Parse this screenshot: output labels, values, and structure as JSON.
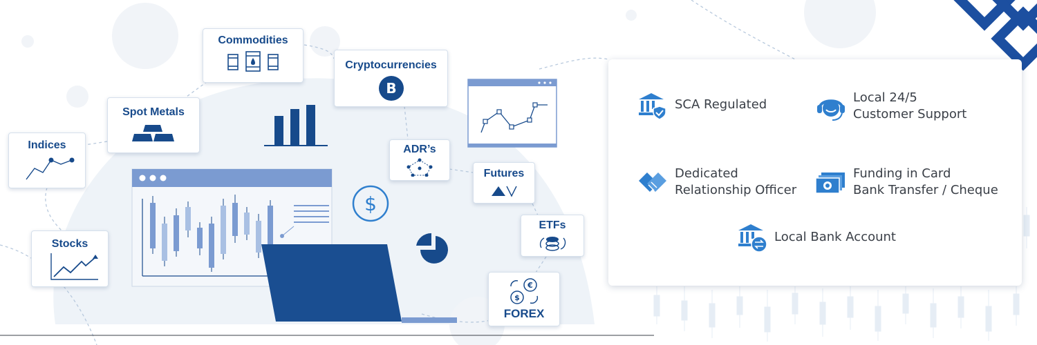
{
  "market_tiles": {
    "commodities": "Commodities",
    "cryptocurrencies": "Cryptocurrencies",
    "spot_metals": "Spot Metals",
    "indices": "Indices",
    "adrs": "ADR’s",
    "futures": "Futures",
    "stocks": "Stocks",
    "etfs": "ETFs",
    "forex": "FOREX"
  },
  "features": {
    "sca": {
      "lines": [
        "SCA Regulated"
      ],
      "icon": "bank-shield-icon"
    },
    "support": {
      "lines": [
        "Local 24/5",
        "Customer Support"
      ],
      "icon": "headset-agent-icon"
    },
    "officer": {
      "lines": [
        "Dedicated",
        "Relationship Officer"
      ],
      "icon": "handshake-icon"
    },
    "funding": {
      "lines": [
        "Funding in Card",
        "Bank Transfer / Cheque"
      ],
      "icon": "cash-stack-icon"
    },
    "bank": {
      "lines": [
        "Local Bank Account"
      ],
      "icon": "bank-exchange-icon"
    }
  },
  "colors": {
    "navy": "#174a8b",
    "icon_blue": "#2f7fce",
    "light_blue": "#7b9bd1",
    "laptop": "#1a4e91",
    "logo": "#1c4fa0",
    "text_dark": "#3a3f47"
  }
}
